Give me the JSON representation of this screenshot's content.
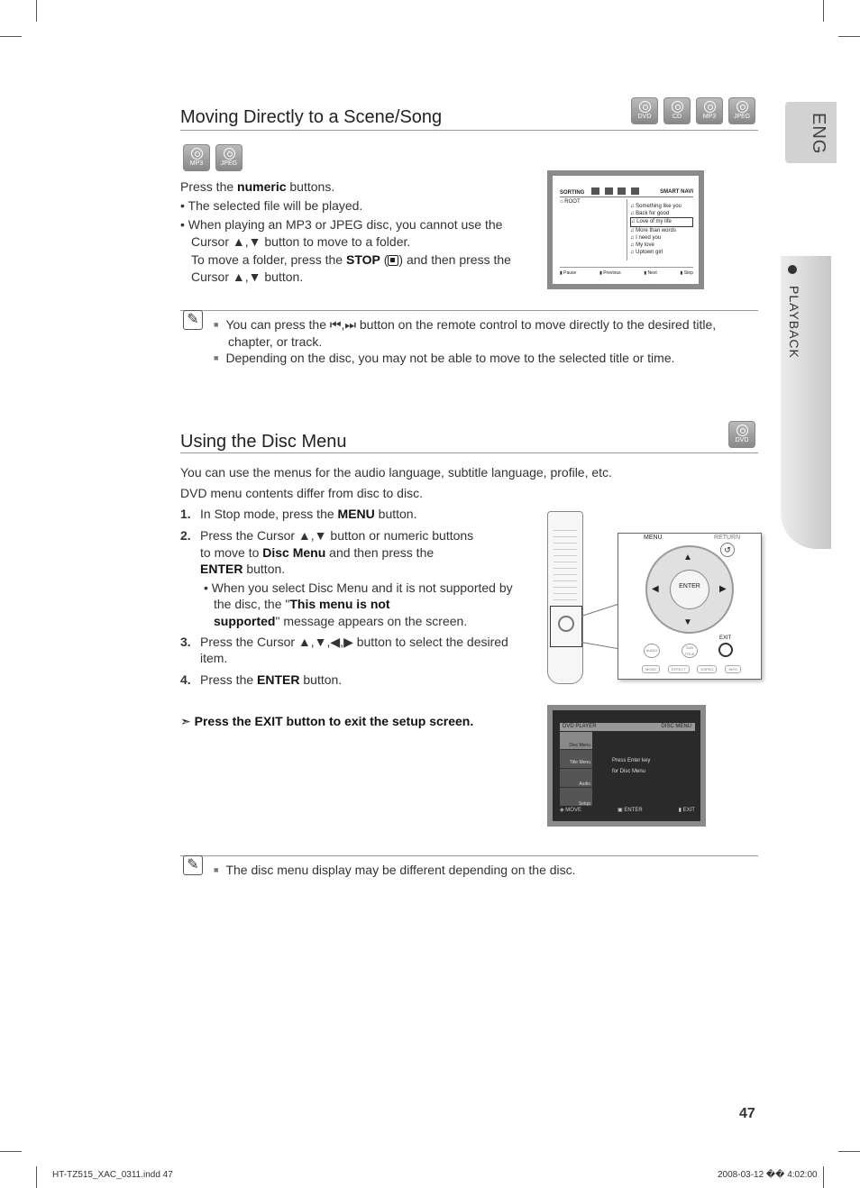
{
  "section1": {
    "title": "Moving Directly to a Scene/Song",
    "header_discs": [
      "DVD",
      "CD",
      "MP3",
      "JPEG"
    ],
    "sub_discs": [
      "MP3",
      "JPEG"
    ],
    "intro_pre": "Press the ",
    "intro_bold": "numeric",
    "intro_post": " buttons.",
    "bullet1": "The selected file will be played.",
    "bullet2a": "When playing an MP3 or JPEG disc, you cannot use the",
    "bullet2b": "Cursor ▲,▼ button to move to a folder.",
    "bullet2c_pre": "To move a folder, press the ",
    "bullet2c_bold": "STOP",
    "bullet2c_post": ") and then press the",
    "bullet2d": "Cursor ▲,▼ button.",
    "note1a": "You can press the ⏮,⏭ button on the remote control to move directly to the desired title,",
    "note1b": "chapter, or track.",
    "note2": "Depending on the disc, you may not be able to move to the selected title or time.",
    "screen": {
      "sorting": "SORTING",
      "smart_navi": "SMART NAVI",
      "root": "ROOT",
      "songs": [
        "Something like you",
        "Back for good",
        "Love of my life",
        "More than words",
        "I need you",
        "My love",
        "Uptown girl"
      ],
      "footer": [
        "Pause",
        "Previous",
        "Next",
        "Stop"
      ]
    }
  },
  "section2": {
    "title": "Using the Disc Menu",
    "header_disc": "DVD",
    "intro1": "You can use the menus for the audio language, subtitle language, profile, etc.",
    "intro2": "DVD menu contents differ from disc to disc.",
    "step1_num": "1.",
    "step1_pre": "In Stop mode, press the ",
    "step1_bold": "MENU",
    "step1_post": " button.",
    "step2_num": "2.",
    "step2a": "Press the Cursor ▲,▼ button or numeric buttons",
    "step2b_pre": "to move to ",
    "step2b_bold": "Disc Menu",
    "step2b_post": " and then press the",
    "step2c_bold": "ENTER",
    "step2c_post": " button.",
    "step2_bullet_a": "When you select Disc Menu and it is not supported by",
    "step2_bullet_b_pre": "the disc, the \"",
    "step2_bullet_b_bold": "This menu is not",
    "step2_bullet_c_bold": "supported",
    "step2_bullet_c_post": "\" message appears on the screen.",
    "step3_num": "3.",
    "step3a": "Press the Cursor ▲,▼,◀,▶ button to select the desired",
    "step3b": "item.",
    "step4_num": "4.",
    "step4_pre": "Press the ",
    "step4_bold": "ENTER",
    "step4_post": " button.",
    "tip": "Press the EXIT button to exit the setup screen.",
    "note": "The disc menu display may be different depending on the disc.",
    "remote": {
      "menu": "MENU",
      "return": "RETURN",
      "enter": "ENTER",
      "exit": "EXIT",
      "bottom_labels": [
        "AUDIO",
        "SUB TITLE"
      ],
      "mode_labels": [
        "MODE",
        "EFFECT",
        "DSPEQ",
        "INFO"
      ]
    },
    "menu_screen": {
      "top_left": "DVD PLAYER",
      "top_right": "DISC MENU",
      "items": [
        "Disc Menu",
        "Title Menu",
        "Audio",
        "Setup"
      ],
      "message_line1": "Press Enter key",
      "message_line2": "for Disc Menu",
      "footer": [
        "MOVE",
        "ENTER",
        "EXIT"
      ]
    }
  },
  "sidebar": {
    "lang": "ENG",
    "section": "PLAYBACK"
  },
  "page_number": "47",
  "footer": {
    "left": "HT-TZ515_XAC_0311.indd   47",
    "right": "2008-03-12   �� 4:02:00"
  }
}
